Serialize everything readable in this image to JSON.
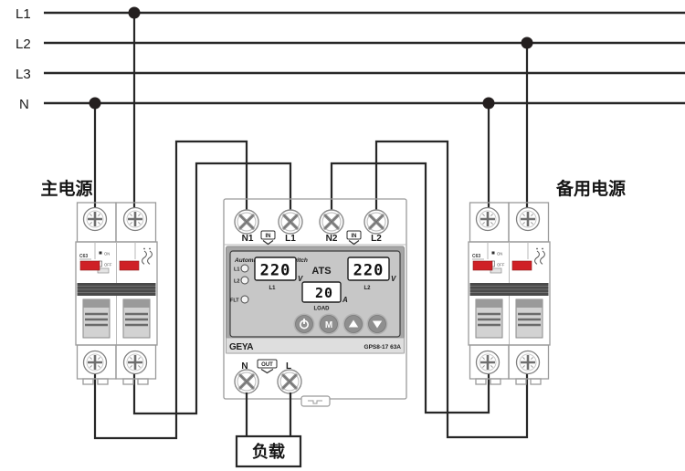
{
  "bus": {
    "l1": "L1",
    "l2": "L2",
    "l3": "L3",
    "n": "N"
  },
  "sections": {
    "main_power": "主电源",
    "backup_power": "备用电源",
    "load": "负载"
  },
  "breaker": {
    "rating": "C63",
    "on": "ON",
    "off": "OFF"
  },
  "ats": {
    "in_terminals": {
      "n1": "N1",
      "l1": "L1",
      "n2": "N2",
      "l2": "L2"
    },
    "badges": {
      "in": "IN",
      "out": "OUT"
    },
    "screen": {
      "title": "Automatic transfer switch",
      "ind_l1": "L1",
      "ind_l2": "L2",
      "ind_flt": "FLT",
      "ats_label": "ATS",
      "v1": "220",
      "v1_unit": "V",
      "v1_label": "L1",
      "v2": "220",
      "v2_unit": "V",
      "v2_label": "L2",
      "amps": "20",
      "amps_unit": "A",
      "amps_label": "LOAD",
      "btn_m": "M"
    },
    "brand": "GEYA",
    "model": "GPS8-17 63A",
    "out_terminals": {
      "n": "N",
      "l": "L"
    }
  },
  "colors": {
    "wire": "#272727",
    "indicator_red": "#cf2026",
    "panel_bezel": "#a6a6a6",
    "screen_gray": "#c7c7c7",
    "button_gray": "#8f8f8f"
  }
}
